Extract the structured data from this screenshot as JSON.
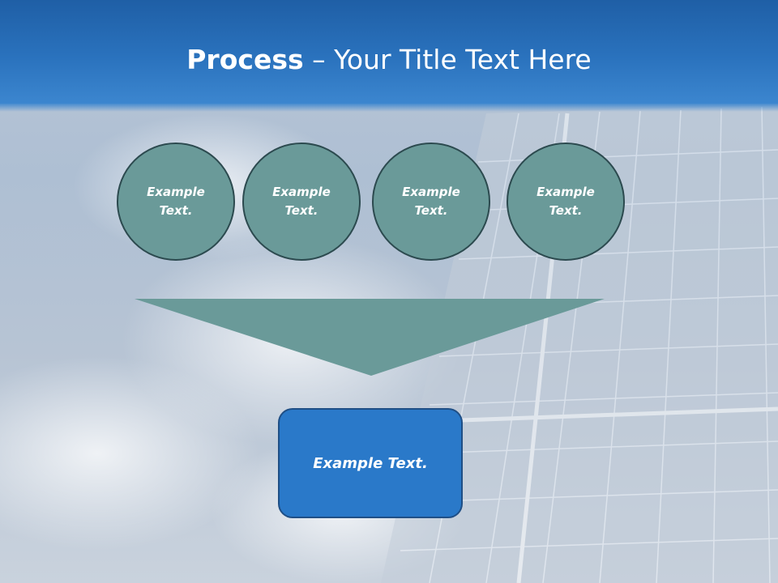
{
  "slide": {
    "title_bold": "Process",
    "title_rest": " – Your Title Text Here"
  },
  "steps": [
    {
      "text": "Example\nText."
    },
    {
      "text": "Example\nText."
    },
    {
      "text": "Example\nText."
    },
    {
      "text": "Example\nText."
    }
  ],
  "result": {
    "text": "Example Text."
  },
  "colors": {
    "title_bar": "#2a72bd",
    "circle_fill": "#6a9a99",
    "circle_border": "#2c4a4f",
    "funnel_fill": "#6a9a99",
    "result_fill": "#2a79c9"
  }
}
